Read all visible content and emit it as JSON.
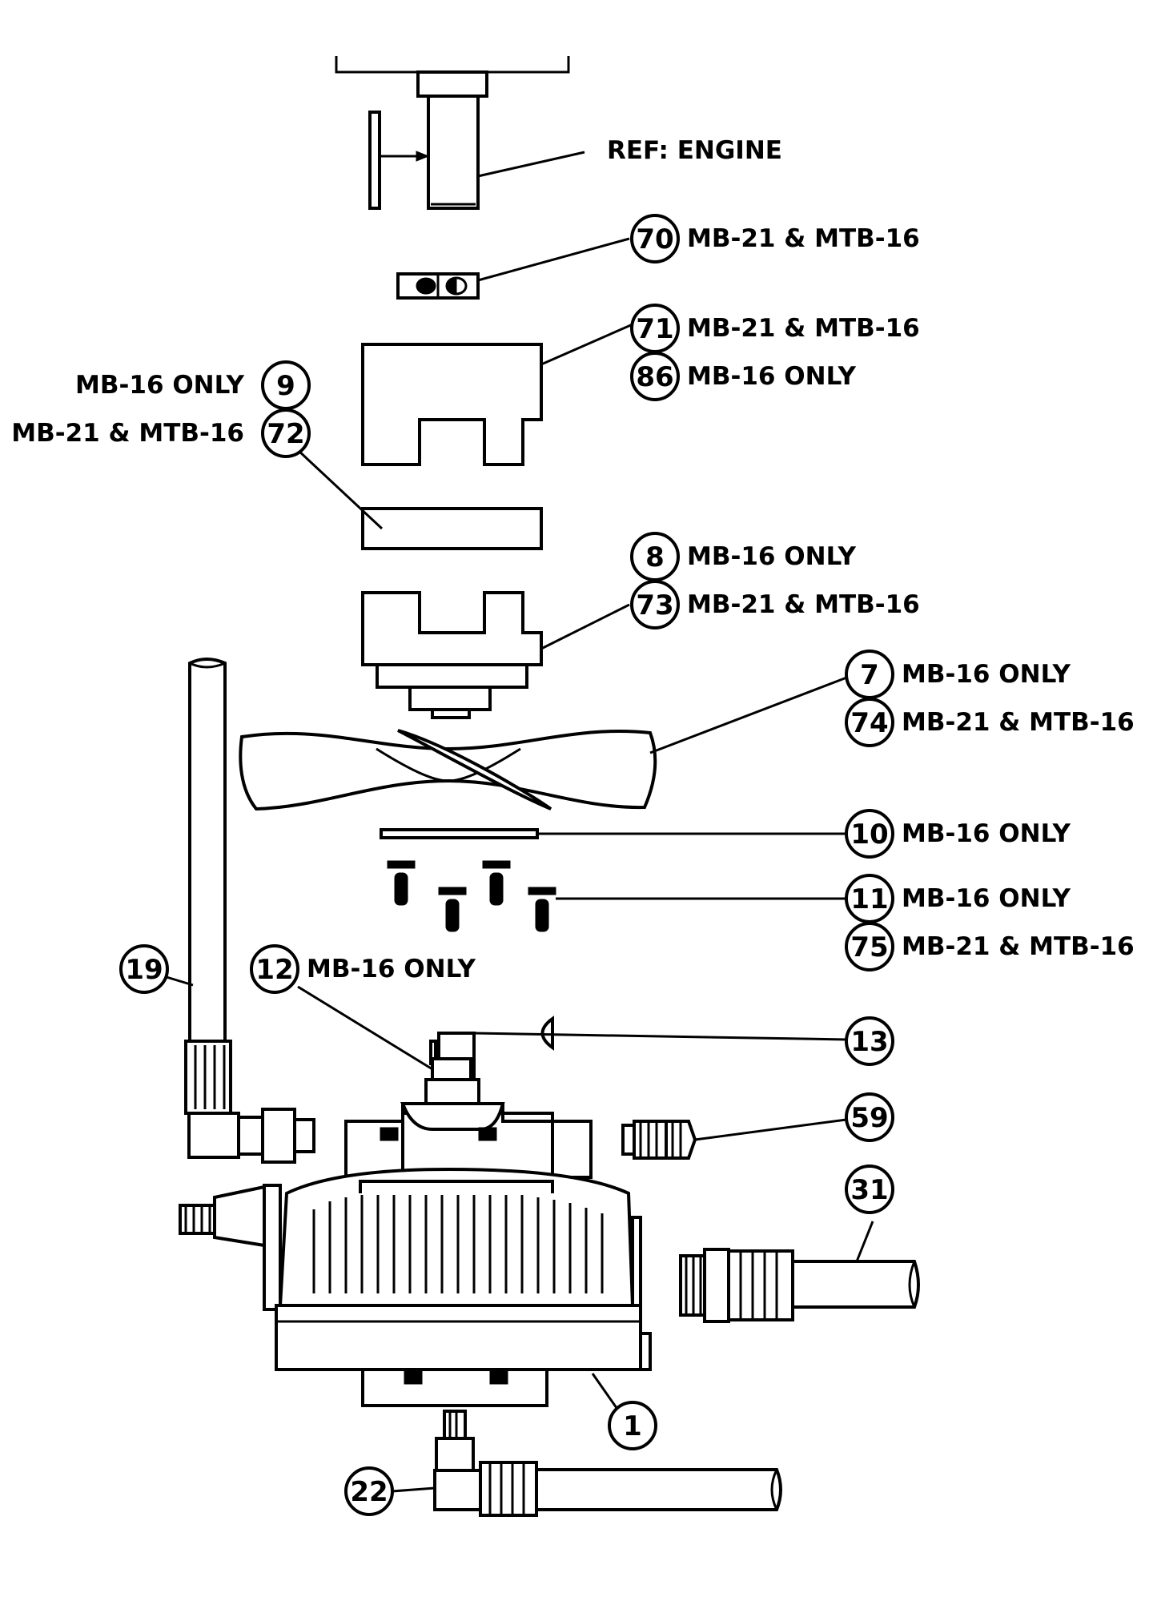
{
  "diagram": {
    "ref_label": "REF: ENGINE",
    "callouts": [
      {
        "num": "70",
        "note": "MB-21 & MTB-16"
      },
      {
        "num": "71",
        "note": "MB-21 & MTB-16"
      },
      {
        "num": "86",
        "note": "MB-16 ONLY"
      },
      {
        "num": "9",
        "note": "MB-16 ONLY"
      },
      {
        "num": "72",
        "note": "MB-21 & MTB-16"
      },
      {
        "num": "8",
        "note": "MB-16 ONLY"
      },
      {
        "num": "73",
        "note": "MB-21 & MTB-16"
      },
      {
        "num": "7",
        "note": "MB-16 ONLY"
      },
      {
        "num": "74",
        "note": "MB-21 & MTB-16"
      },
      {
        "num": "10",
        "note": "MB-16 ONLY"
      },
      {
        "num": "11",
        "note": "MB-16 ONLY"
      },
      {
        "num": "75",
        "note": "MB-21 & MTB-16"
      },
      {
        "num": "19",
        "note": ""
      },
      {
        "num": "12",
        "note": "MB-16 ONLY"
      },
      {
        "num": "13",
        "note": ""
      },
      {
        "num": "59",
        "note": ""
      },
      {
        "num": "31",
        "note": ""
      },
      {
        "num": "1",
        "note": ""
      },
      {
        "num": "22",
        "note": ""
      }
    ]
  }
}
